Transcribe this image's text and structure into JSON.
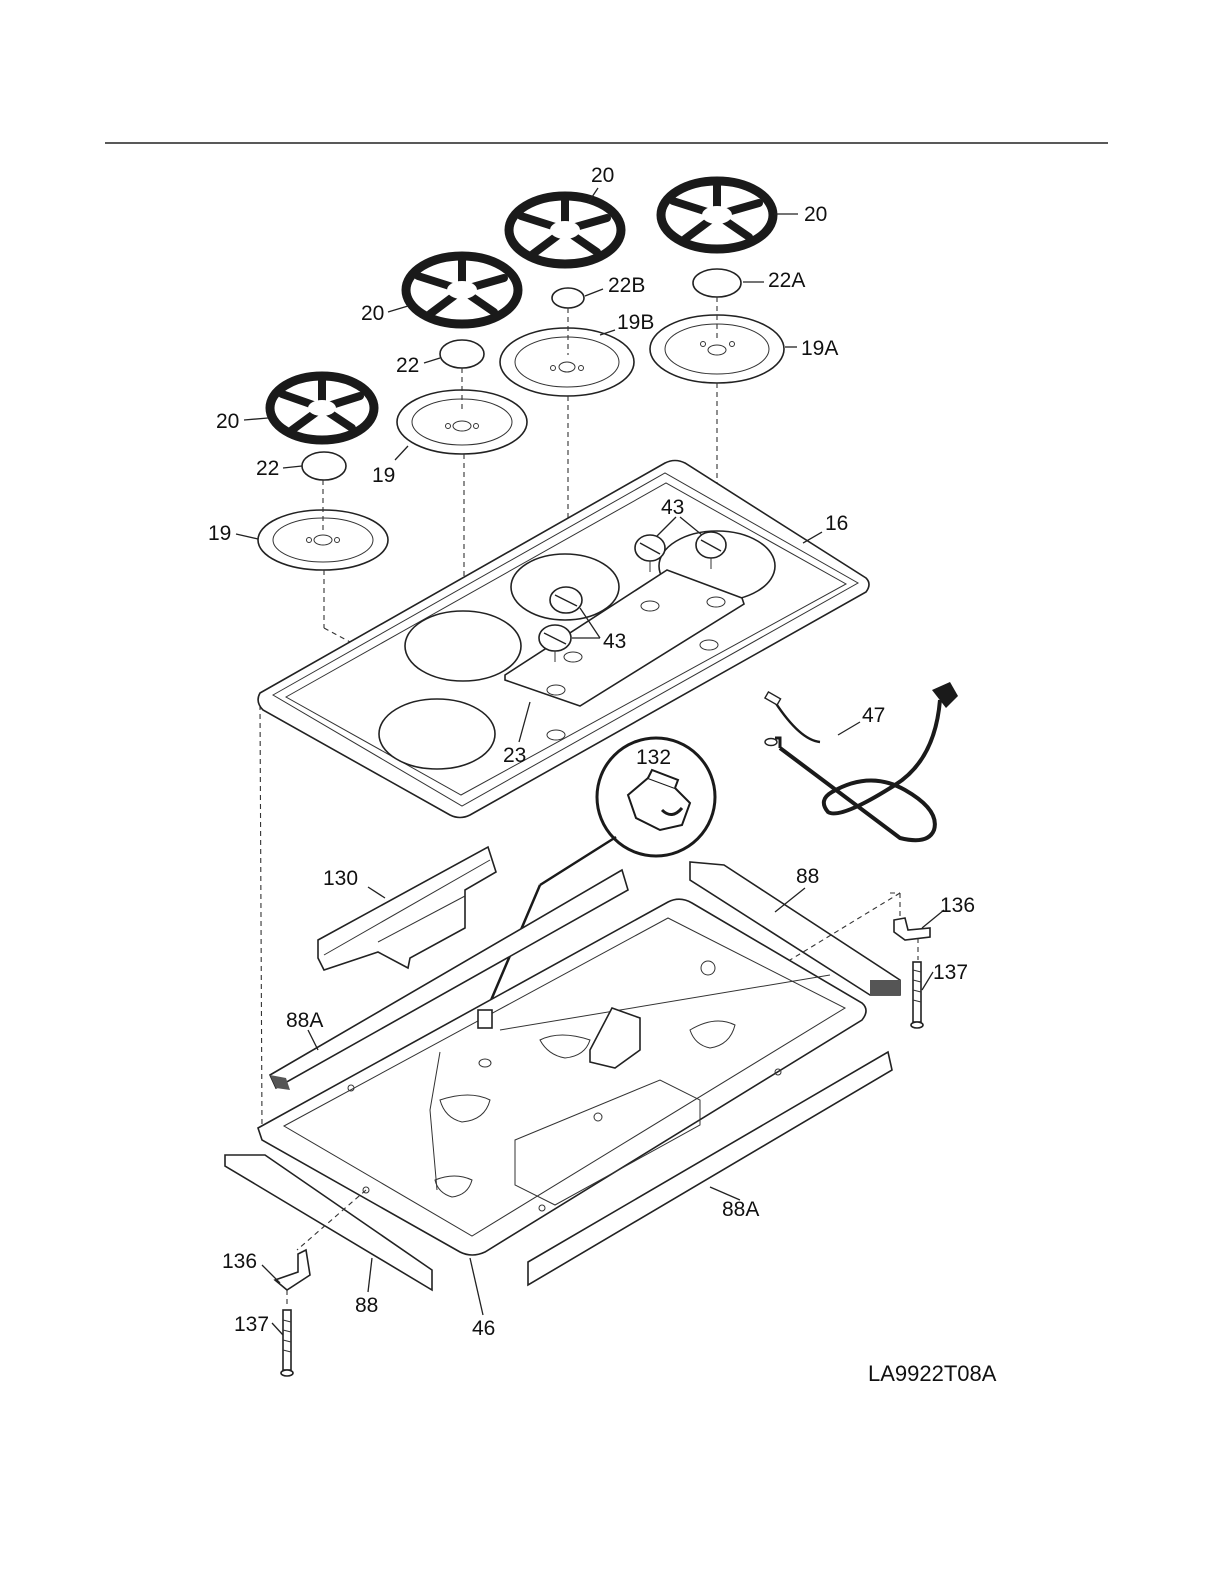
{
  "figure": {
    "drawing_code": "LA9922T08A",
    "labels": {
      "grate_front_left": "20",
      "grate_rear_left": "20",
      "grate_rear_center": "20",
      "grate_rear_right": "20",
      "cap_front_left": "22",
      "cap_rear_left": "22",
      "cap_center": "22B",
      "cap_right": "22A",
      "head_front_left": "19",
      "head_rear_left": "19",
      "head_center": "19B",
      "head_right": "19A",
      "cooktop": "16",
      "knobs_upper": "43",
      "knobs_lower": "43",
      "control_panel": "23",
      "power_cord": "47",
      "igniter_inset": "132",
      "bracket_130": "130",
      "trim_rear_left": "88A",
      "trim_rear_right": "88",
      "trim_front_left": "88",
      "trim_front_right": "88A",
      "clip_right": "136",
      "screw_right": "137",
      "clip_left": "136",
      "screw_left": "137",
      "burner_box": "46"
    }
  }
}
